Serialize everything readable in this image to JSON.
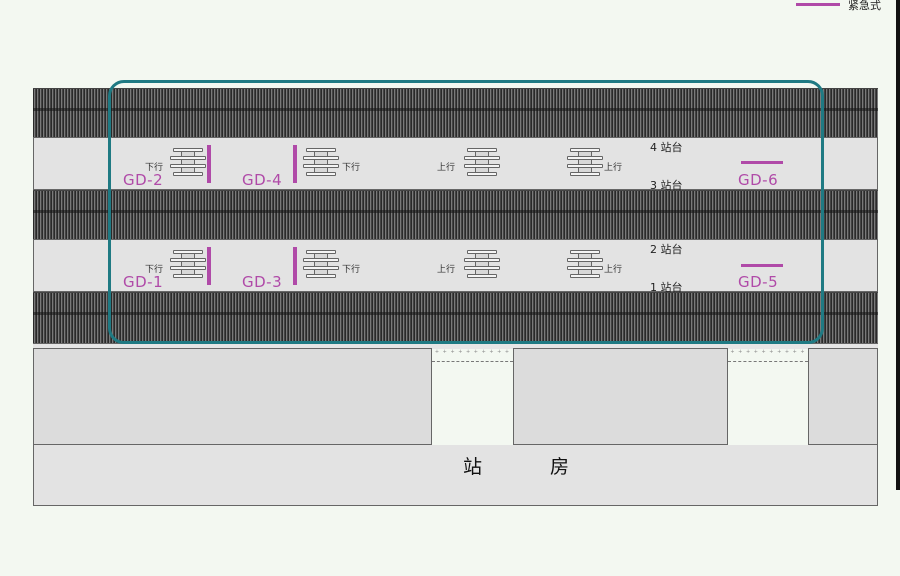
{
  "legend": {
    "label": "紧急式",
    "color": "#b04aa8"
  },
  "colors": {
    "highlight": "#1f7a83",
    "gd": "#b04aa8"
  },
  "platforms": {
    "p4": "4 站台",
    "p3": "3 站台",
    "p2": "2 站台",
    "p1": "1 站台"
  },
  "directions": {
    "down": "下行",
    "up": "上行"
  },
  "gd_labels": {
    "gd1": "GD-1",
    "gd2": "GD-2",
    "gd3": "GD-3",
    "gd4": "GD-4",
    "gd5": "GD-5",
    "gd6": "GD-6"
  },
  "station_house": {
    "char1": "站",
    "char2": "房"
  }
}
